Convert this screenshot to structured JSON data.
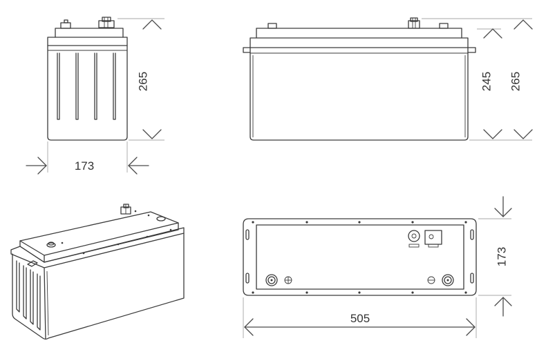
{
  "dimensions": {
    "front_width": "173",
    "front_height": "265",
    "side_body_height": "245",
    "side_total_height": "265",
    "top_depth": "173",
    "top_length": "505"
  },
  "colors": {
    "line": "#3a3a3a",
    "background": "#ffffff"
  }
}
